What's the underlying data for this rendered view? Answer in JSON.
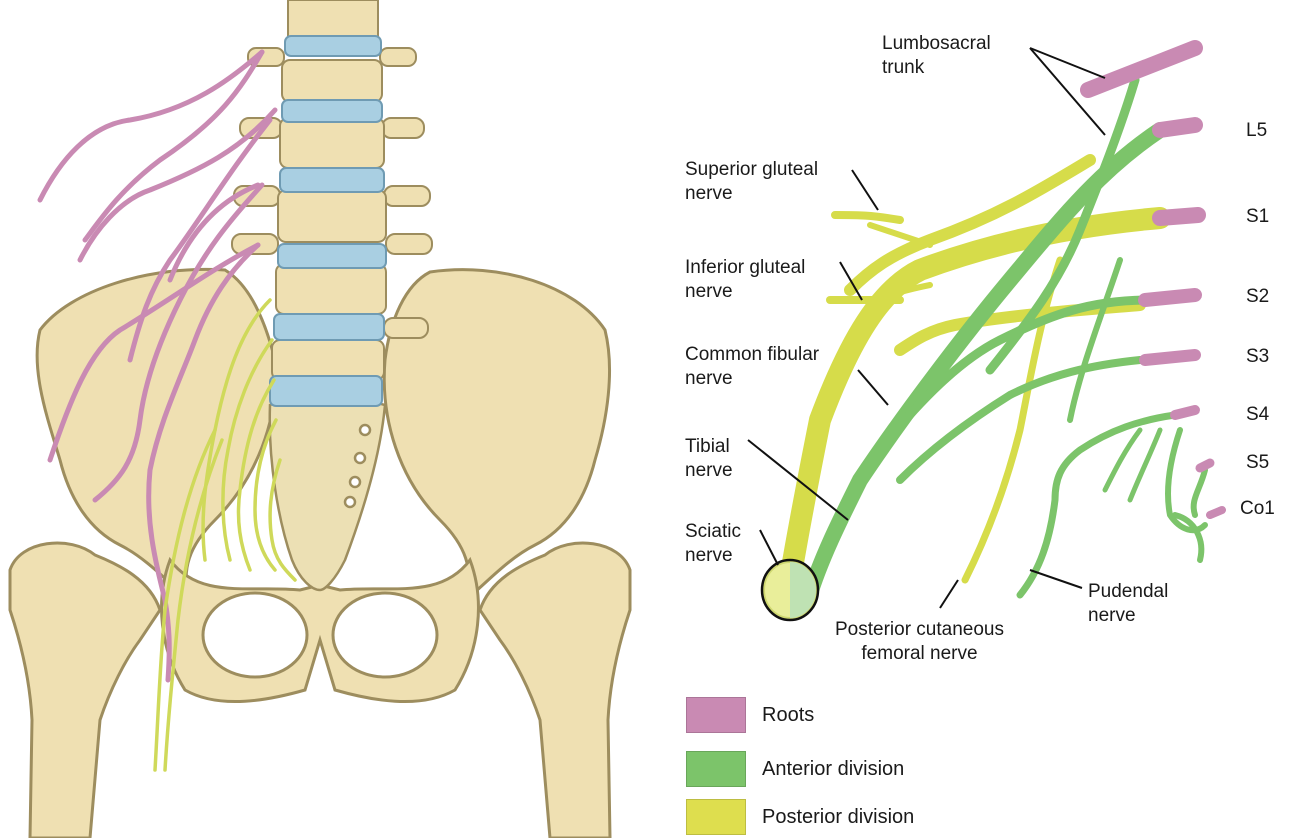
{
  "diagram": {
    "labels": {
      "lumbosacral_trunk": [
        "Lumbosacral",
        "trunk"
      ],
      "superior_gluteal": [
        "Superior gluteal",
        "nerve"
      ],
      "inferior_gluteal": [
        "Inferior gluteal",
        "nerve"
      ],
      "common_fibular": [
        "Common fibular",
        "nerve"
      ],
      "tibial": [
        "Tibial",
        "nerve"
      ],
      "sciatic": [
        "Sciatic",
        "nerve"
      ],
      "posterior_cutaneous": [
        "Posterior cutaneous",
        "femoral nerve"
      ],
      "pudendal": [
        "Pudendal",
        "nerve"
      ]
    },
    "roots": [
      "L5",
      "S1",
      "S2",
      "S3",
      "S4",
      "S5",
      "Co1"
    ]
  },
  "legend": [
    {
      "label": "Roots",
      "color": "#c98ab3"
    },
    {
      "label": "Anterior division",
      "color": "#7cc46a"
    },
    {
      "label": "Posterior division",
      "color": "#dede4e"
    }
  ],
  "colors": {
    "bone": "#efe0b2",
    "bone_outline": "#9d8d5e",
    "disc": "#a9cfe2",
    "root": "#c98ab3",
    "anterior": "#7cc46a",
    "posterior": "#d6dc4a"
  }
}
